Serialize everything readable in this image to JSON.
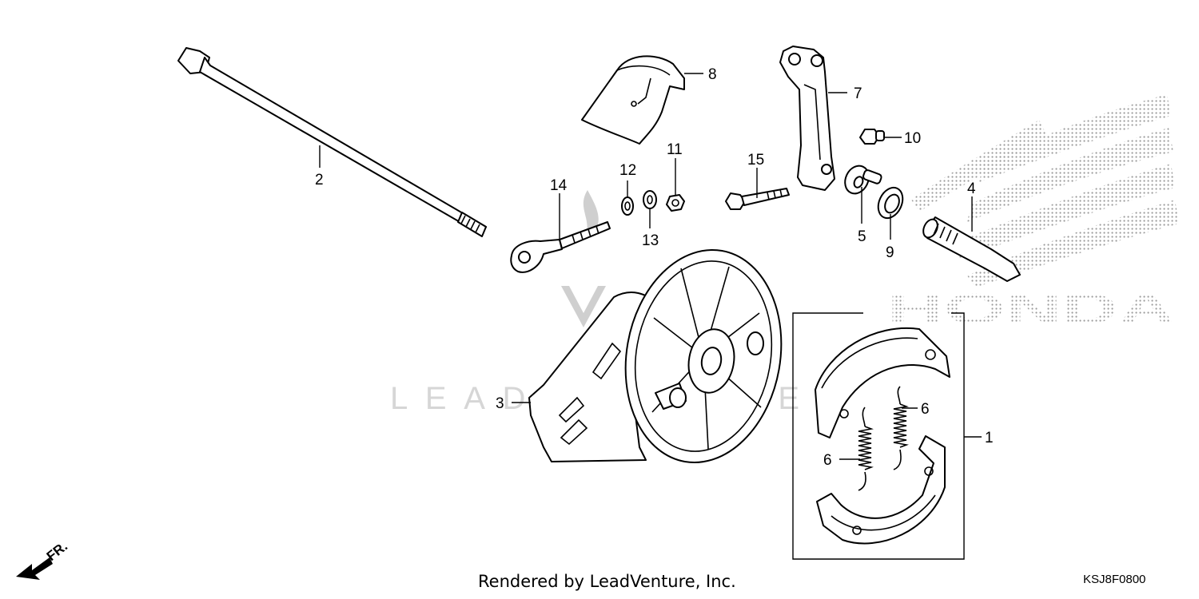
{
  "diagram": {
    "callouts": [
      "1",
      "2",
      "3",
      "4",
      "5",
      "6",
      "6",
      "7",
      "8",
      "9",
      "10",
      "11",
      "12",
      "13",
      "14",
      "15"
    ],
    "watermark_brand": "HONDA",
    "watermark_center": "LEADVENTURE",
    "direction_marker": "FR."
  },
  "footer": {
    "credit": "Rendered by LeadVenture, Inc.",
    "diagram_code": "KSJ8F0800"
  }
}
